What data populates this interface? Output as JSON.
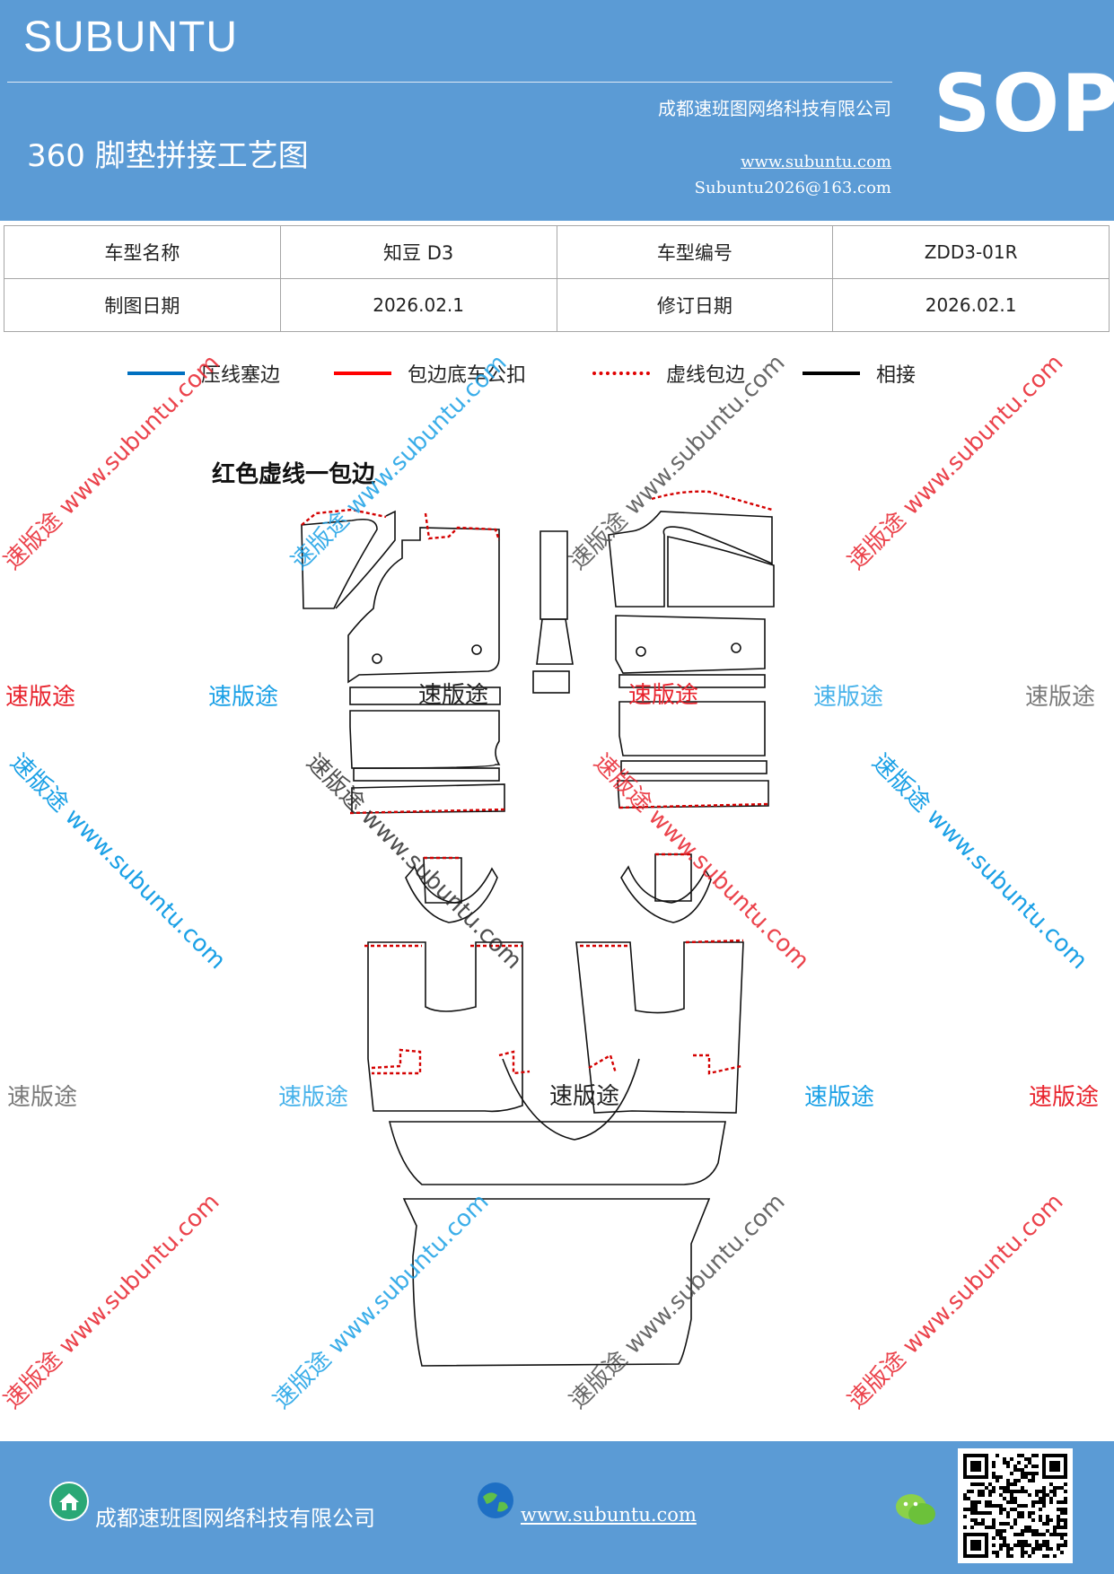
{
  "header": {
    "brand": "SUBUNTU",
    "doc_title": "360 脚垫拼接工艺图",
    "company": "成都速班图网络科技有限公司",
    "website": "www.subuntu.com",
    "email": "Subuntu2026@163.com",
    "badge": "SOP"
  },
  "info_table": {
    "rows": [
      [
        "车型名称",
        "知豆 D3",
        "车型编号",
        "ZDD3-01R"
      ],
      [
        "制图日期",
        "2026.02.1",
        "修订日期",
        "2026.02.1"
      ]
    ]
  },
  "legend": [
    {
      "label": "压线塞边",
      "color": "#0070c0",
      "style": "solid"
    },
    {
      "label": "包边底车公扣",
      "color": "#ff0000",
      "style": "solid"
    },
    {
      "label": "虚线包边",
      "color": "#e00000",
      "style": "dotted"
    },
    {
      "label": "相接",
      "color": "#000000",
      "style": "solid"
    }
  ],
  "drawing": {
    "partial_caption": "红色虚线一包边",
    "inline_watermark": "速版途"
  },
  "watermarks": {
    "diagonal": "速版途 www.subuntu.com",
    "plain": "速版途"
  },
  "footer": {
    "company": "成都速班图网络科技有限公司",
    "website": "www.subuntu.com",
    "qr_label": "QR code"
  },
  "colors": {
    "header_bg": "#5b9bd5",
    "red_watermark": "#e8232d",
    "blue_watermark": "#1aa0e6",
    "gray_watermark": "#7a7a7a"
  }
}
